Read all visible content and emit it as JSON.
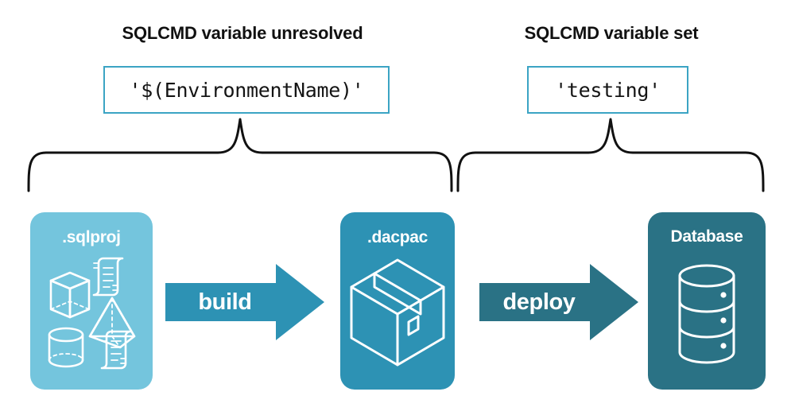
{
  "headings": {
    "left": "SQLCMD variable unresolved",
    "right": "SQLCMD variable set"
  },
  "code_boxes": {
    "left": "'$(EnvironmentName)'",
    "right": "'testing'"
  },
  "cards": [
    {
      "label": ".sqlproj",
      "color": "#74c5dd",
      "icons": [
        "cube-icon",
        "pyramid-icon",
        "cylinder-icon",
        "scroll-icon",
        "scroll-icon"
      ]
    },
    {
      "label": ".dacpac",
      "color": "#2d92b4",
      "icons": [
        "package-box-icon"
      ]
    },
    {
      "label": "Database",
      "color": "#2a7285",
      "icons": [
        "database-cylinder-icon"
      ]
    }
  ],
  "arrows": [
    {
      "label": "build",
      "color": "#2d92b4"
    },
    {
      "label": "deploy",
      "color": "#2a7285"
    }
  ],
  "colors": {
    "code_border": "#3ba4c4",
    "brace": "#111111",
    "text": "#111111",
    "card_light": "#74c5dd",
    "card_mid": "#2d92b4",
    "card_dark": "#2a7285"
  }
}
